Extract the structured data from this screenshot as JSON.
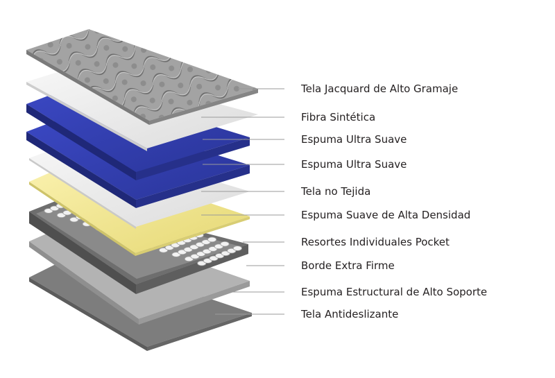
{
  "layers": [
    {
      "label": "Tela Jacquard de Alto Gramaje",
      "material": "quilted-jacquard",
      "color": "#9a9a9a"
    },
    {
      "label": "Fibra Sintética",
      "material": "fiber",
      "color": "#eeeeee"
    },
    {
      "label": "Espuma Ultra Suave",
      "material": "foam",
      "color": "#2f3ba6"
    },
    {
      "label": "Espuma Ultra Suave",
      "material": "foam",
      "color": "#2f3ba6"
    },
    {
      "label": "Tela no Tejida",
      "material": "non-woven",
      "color": "#ececec"
    },
    {
      "label": "Espuma Suave de Alta Densidad",
      "material": "foam",
      "color": "#efe48a"
    },
    {
      "label": "Resortes Individuales Pocket",
      "material": "pocket-springs",
      "color": "#d9d9d9"
    },
    {
      "label": "Borde Extra Firme",
      "material": "edge-frame",
      "color": "#6b6b6b"
    },
    {
      "label": "Espuma Estructural de Alto Soporte",
      "material": "support-foam",
      "color": "#a6a6a6"
    },
    {
      "label": "Tela Antideslizante",
      "material": "anti-slip",
      "color": "#7a7a7a"
    }
  ]
}
